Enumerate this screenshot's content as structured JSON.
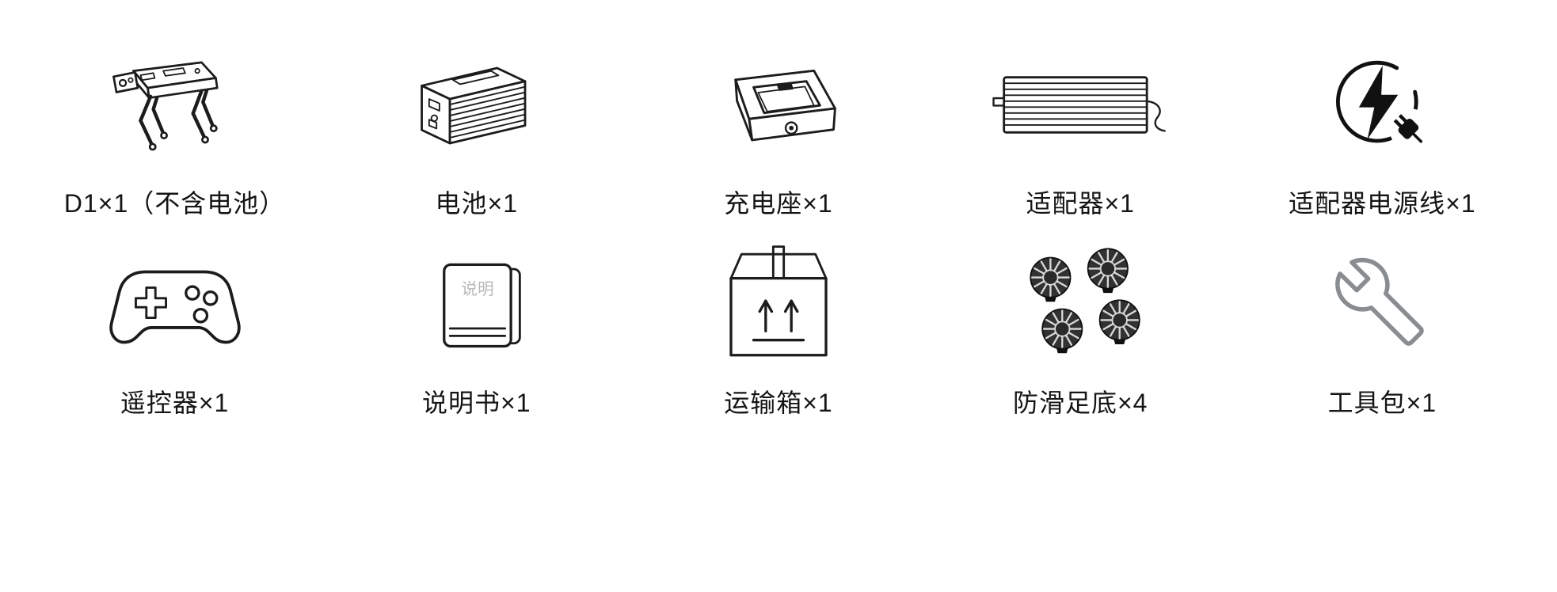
{
  "page": {
    "background": "#ffffff",
    "line_color": "#1c1c1c",
    "tool_gray": "#8a8d90",
    "manual_text_gray": "#b9b9b9"
  },
  "items": [
    {
      "icon": "robot-dog",
      "name": "D1",
      "quantity": 1,
      "label": "D1×1（不含电池）"
    },
    {
      "icon": "battery",
      "name": "电池",
      "quantity": 1,
      "label": "电池×1"
    },
    {
      "icon": "charging-dock",
      "name": "充电座",
      "quantity": 1,
      "label": "充电座×1"
    },
    {
      "icon": "power-adapter",
      "name": "适配器",
      "quantity": 1,
      "label": "适配器×1"
    },
    {
      "icon": "adapter-power-cable",
      "name": "适配器电源线",
      "quantity": 1,
      "label": "适配器电源线×1"
    },
    {
      "icon": "remote-controller",
      "name": "遥控器",
      "quantity": 1,
      "label": "遥控器×1"
    },
    {
      "icon": "user-manual",
      "name": "说明书",
      "quantity": 1,
      "label": "说明书×1"
    },
    {
      "icon": "transport-box",
      "name": "运输箱",
      "quantity": 1,
      "label": "运输箱×1"
    },
    {
      "icon": "anti-slip-foot-pad",
      "name": "防滑足底",
      "quantity": 4,
      "label": "防滑足底×4"
    },
    {
      "icon": "tool-kit",
      "name": "工具包",
      "quantity": 1,
      "label": "工具包×1"
    }
  ],
  "manual_cover_text": "说明"
}
